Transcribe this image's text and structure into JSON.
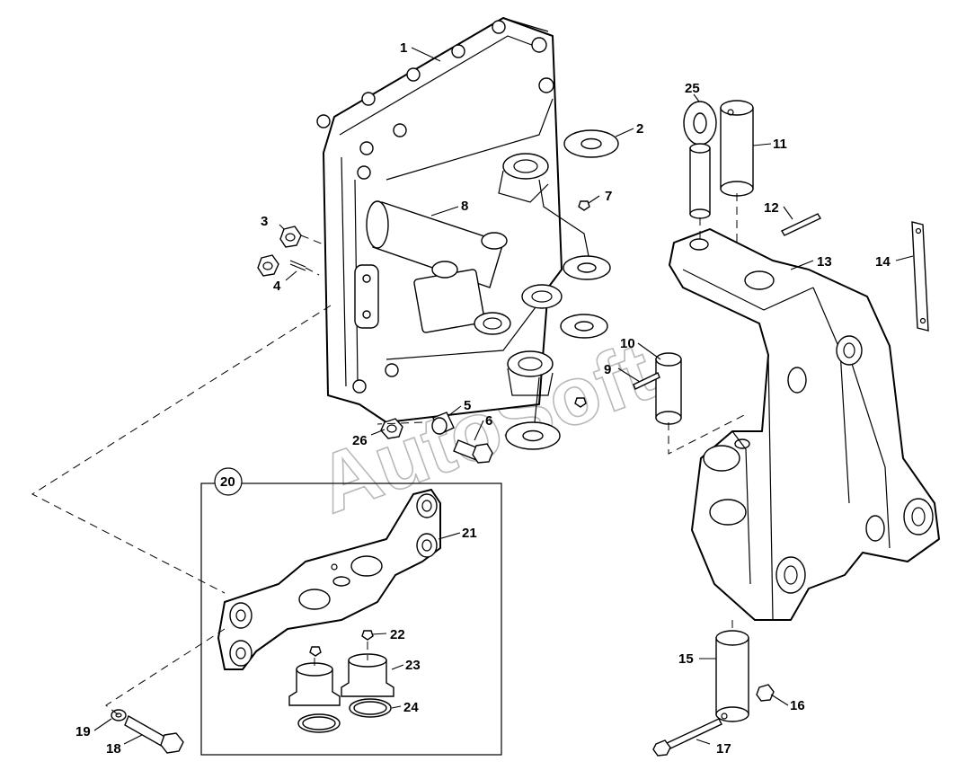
{
  "watermark": "AutoSoft",
  "callouts": {
    "c1": "1",
    "c2": "2",
    "c3": "3",
    "c4": "4",
    "c5": "5",
    "c6": "6",
    "c7": "7",
    "c8": "8",
    "c9": "9",
    "c10": "10",
    "c11": "11",
    "c12": "12",
    "c13": "13",
    "c14": "14",
    "c15": "15",
    "c16": "16",
    "c17": "17",
    "c18": "18",
    "c19": "19",
    "c20": "20",
    "c21": "21",
    "c22": "22",
    "c23": "23",
    "c24": "24",
    "c25": "25",
    "c26": "26"
  },
  "colors": {
    "line": "#000000",
    "background": "#ffffff",
    "watermark": "#b9b9b9"
  }
}
